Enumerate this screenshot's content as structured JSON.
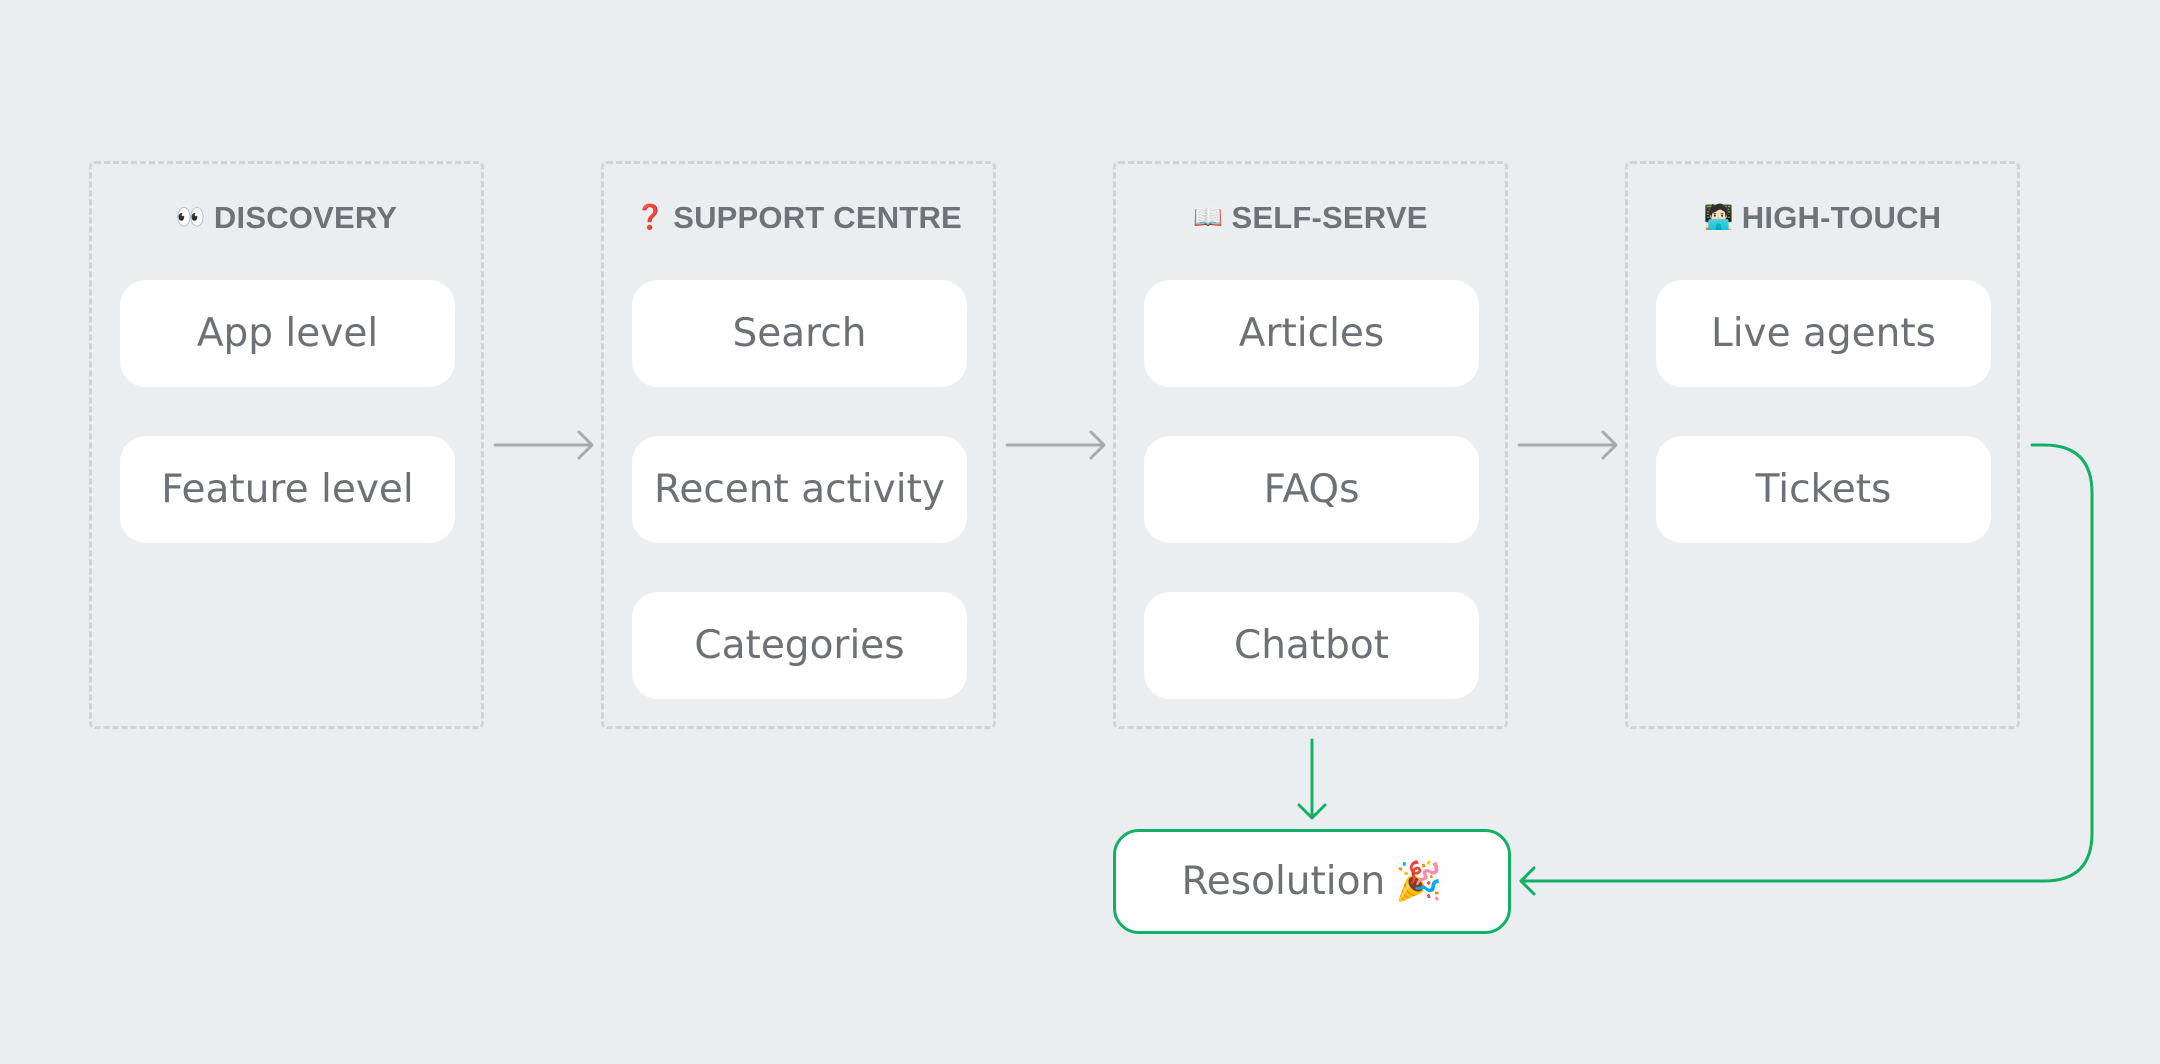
{
  "columns": [
    {
      "title": "DISCOVERY",
      "emoji": "👀",
      "items": [
        "App level",
        "Feature level"
      ]
    },
    {
      "title": "SUPPORT CENTRE",
      "emoji": "❓",
      "items": [
        "Search",
        "Recent activity",
        "Categories"
      ]
    },
    {
      "title": "SELF-SERVE",
      "emoji": "📖",
      "items": [
        "Articles",
        "FAQs",
        "Chatbot"
      ]
    },
    {
      "title": "HIGH-TOUCH",
      "emoji": "🧑🏻‍💻",
      "items": [
        "Live agents",
        "Tickets"
      ]
    }
  ],
  "resolution": {
    "label": "Resolution",
    "emoji": "🎉"
  },
  "colors": {
    "background": "#ebeef1",
    "dashed_border": "#cfd3d8",
    "flow_arrow": "#a7abb0",
    "resolution_arrow": "#12b062",
    "text": "#6d7176"
  }
}
